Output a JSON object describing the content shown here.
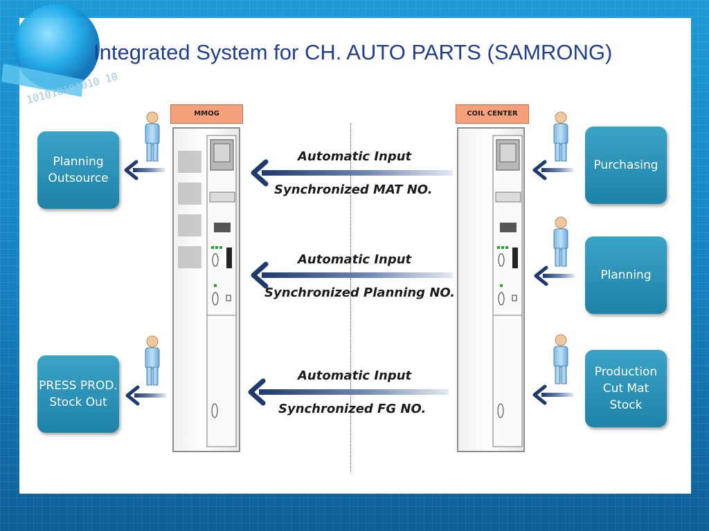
{
  "title": "Integrated System for CH. AUTO PARTS (SAMRONG)",
  "left_system": {
    "header": "MMOG"
  },
  "right_system": {
    "header": "COIL CENTER"
  },
  "left_boxes": [
    {
      "label": "Planning\nOutsource"
    },
    {
      "label": "PRESS PROD.\nStock Out"
    }
  ],
  "right_boxes": [
    {
      "label": "Purchasing"
    },
    {
      "label": "Planning"
    },
    {
      "label": "Production\nCut Mat\nStock"
    }
  ],
  "flows": [
    {
      "top_label": "Automatic Input",
      "bottom_label": "Synchronized MAT NO."
    },
    {
      "top_label": "Automatic Input",
      "bottom_label": "Synchronized Planning NO."
    },
    {
      "top_label": "Automatic Input",
      "bottom_label": "Synchronized FG NO."
    }
  ],
  "decoration_text": "101010101010 10",
  "colors": {
    "box_fill": "#2a92b8",
    "header_fill": "#f5a17c",
    "arrow_dark": "#1e3a6e",
    "title": "#1f3e8c"
  }
}
